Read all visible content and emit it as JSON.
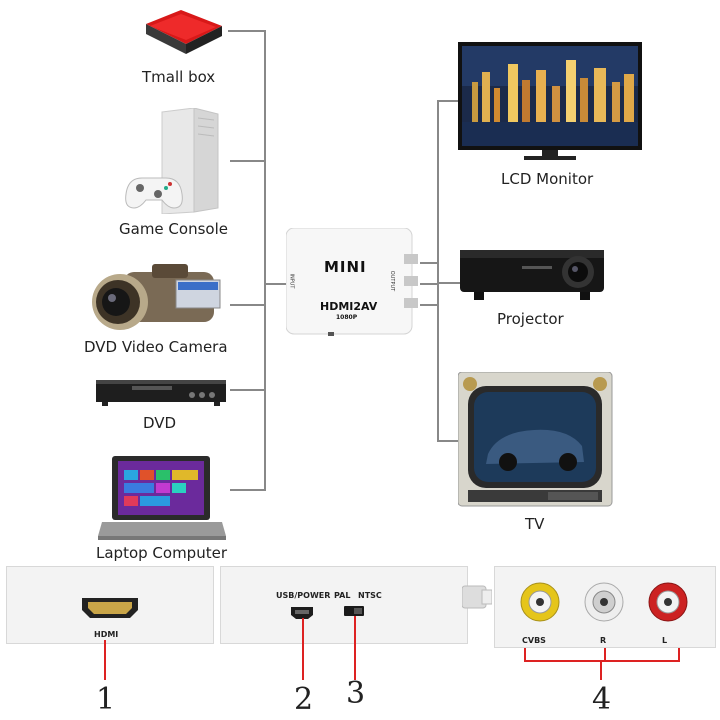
{
  "sources": [
    {
      "label": "Tmall box",
      "icon": "tv-box-icon"
    },
    {
      "label": "Game Console",
      "icon": "game-console-icon"
    },
    {
      "label": "DVD Video Camera",
      "icon": "video-camera-icon"
    },
    {
      "label": "DVD",
      "icon": "dvd-player-icon"
    },
    {
      "label": "Laptop Computer",
      "icon": "laptop-icon"
    }
  ],
  "converter": {
    "brand": "MINI",
    "model": "HDMI2AV",
    "resolution": "1080P",
    "input_label": "INPUT",
    "output_label": "OUTPUT"
  },
  "outputs": [
    {
      "label": "LCD Monitor",
      "icon": "lcd-monitor-icon"
    },
    {
      "label": "Projector",
      "icon": "projector-icon"
    },
    {
      "label": "TV",
      "icon": "crt-tv-icon"
    }
  ],
  "ports": {
    "hdmi": "HDMI",
    "usb_power": "USB/POWER",
    "pal": "PAL",
    "ntsc": "NTSC",
    "cvbs": "CVBS",
    "r": "R",
    "l": "L"
  },
  "port_numbers": [
    "1",
    "2",
    "3",
    "4"
  ],
  "colors": {
    "rca_yellow": "#e5c51a",
    "rca_white": "#eeeeee",
    "rca_red": "#cc2222",
    "line": "#888888",
    "accent_red": "#d22"
  }
}
